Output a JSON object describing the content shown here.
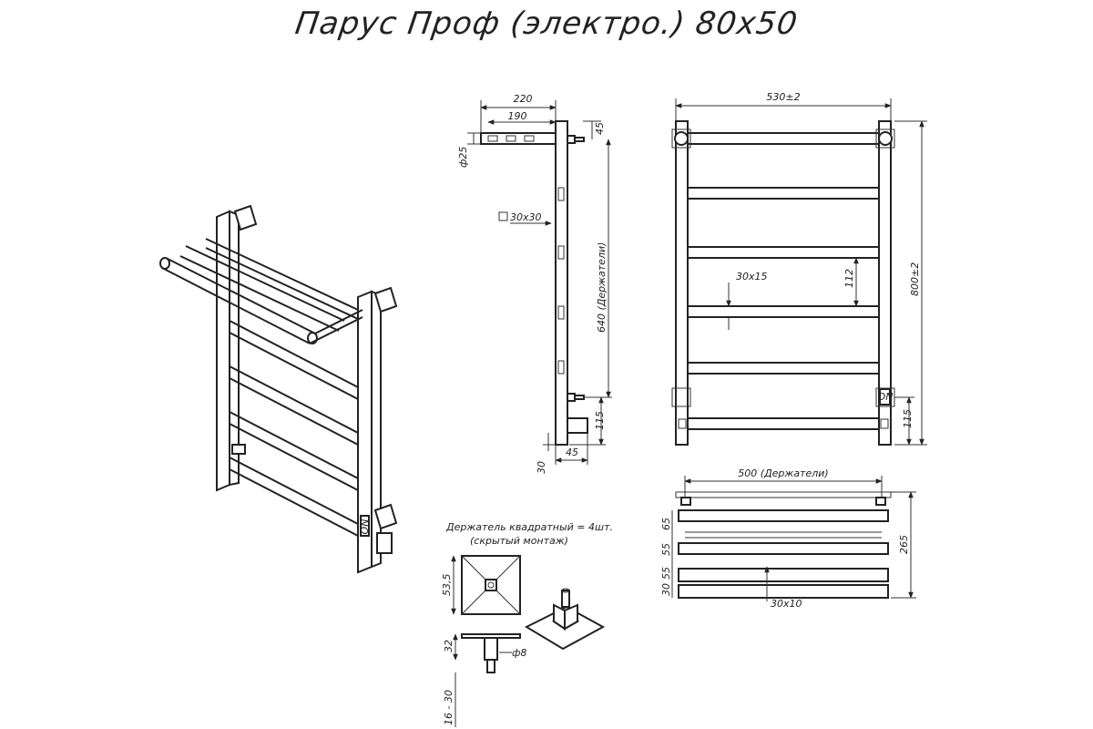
{
  "title": "Парус Проф (электро.) 80х50",
  "side_view": {
    "dim_top_total": "220",
    "dim_top_inner": "190",
    "dim_tube_dia": "ф25",
    "dim_holder_offset": "45",
    "dim_profile": "30х30",
    "dim_holders_span": "640 (Держатели)",
    "dim_bottom_holder": "115",
    "dim_bottom_gap": "30",
    "dim_bottom_offset": "45"
  },
  "front_view": {
    "dim_width": "530±2",
    "dim_height": "800±2",
    "dim_bar_profile": "30х15",
    "dim_bar_pitch": "112",
    "dim_bottom_holder": "115",
    "switch_label": "ON"
  },
  "top_view": {
    "dim_holders": "500 (Держатели)",
    "dim_depth": "265",
    "dim_s1": "65",
    "dim_s2": "55",
    "dim_s3": "55",
    "dim_s4": "30",
    "dim_bar_profile": "30х10"
  },
  "holder": {
    "title_line1": "Держатель квадратный = 4шт.",
    "title_line2": "(скрытый монтаж)",
    "dim_size": "53,5",
    "dim_height": "32",
    "dim_pin_dia": "ф8",
    "dim_pin_len": "16 - 30"
  },
  "iso_view": {
    "switch_label": "ON"
  }
}
